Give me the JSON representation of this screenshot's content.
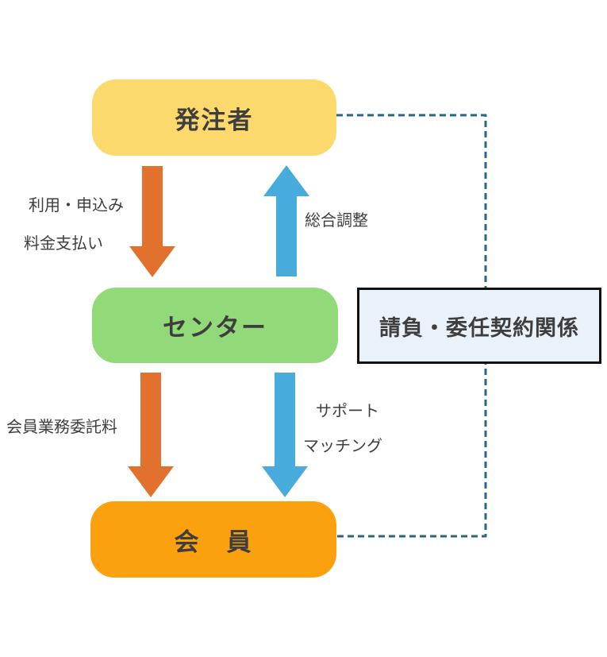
{
  "nodes": {
    "orderer": {
      "label": "発注者"
    },
    "center": {
      "label": "センター"
    },
    "member": {
      "label": "会　員"
    }
  },
  "panel": {
    "label": "請負・委任契約関係"
  },
  "labels": {
    "usage": "利用・申込み",
    "payment": "料金支払い",
    "coordination": "総合調整",
    "commission": "会員業務委託料",
    "support": "サポート",
    "matching": "マッチング"
  },
  "colors": {
    "orderer_fill": "#FBD96C",
    "center_fill": "#92D97A",
    "member_fill": "#FBA00F",
    "panel_fill": "#EAF2F9",
    "panel_border": "#111111",
    "down_arrow": "#E2712D",
    "blue_arrow": "#47ACDC",
    "dashed_line": "#2B6687",
    "text": "#3E3E3E"
  }
}
